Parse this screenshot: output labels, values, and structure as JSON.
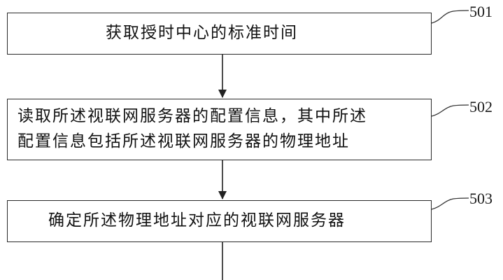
{
  "steps": [
    {
      "label": "501",
      "lines": [
        "获取授时中心的标准时间"
      ]
    },
    {
      "label": "502",
      "lines": [
        "读取所述视联网服务器的配置信息，其中所述",
        "配置信息包括所述视联网服务器的物理地址"
      ]
    },
    {
      "label": "503",
      "lines": [
        "确定所述物理地址对应的视联网服务器"
      ]
    }
  ]
}
